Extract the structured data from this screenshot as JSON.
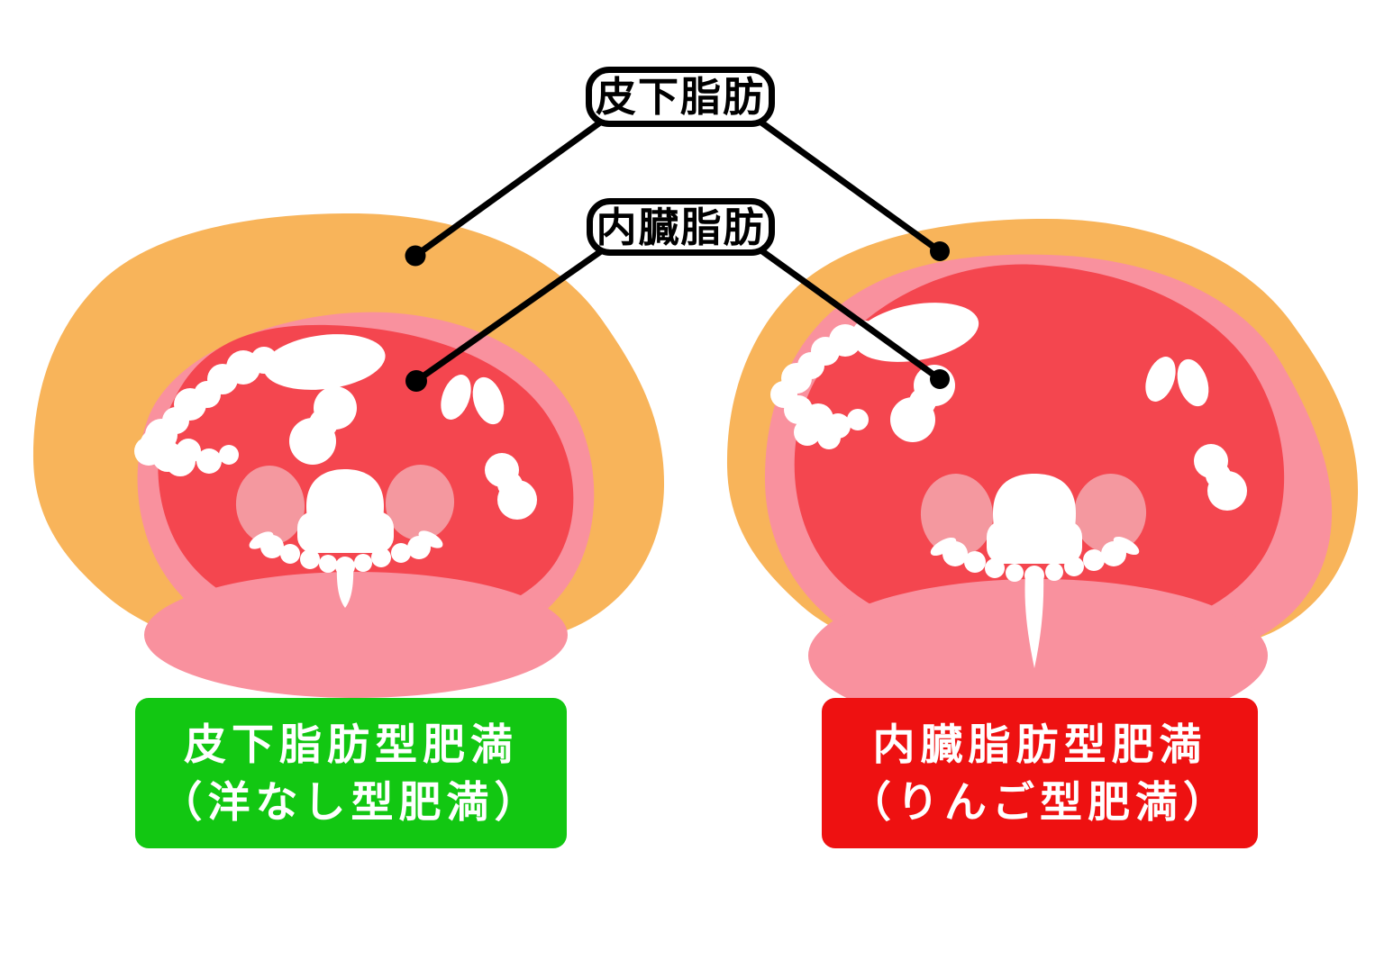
{
  "callouts": {
    "subcutaneous_label": "皮下脂肪",
    "visceral_label": "内臓脂肪"
  },
  "captions": {
    "left": {
      "title": "皮下脂肪型肥満",
      "subtitle": "（洋なし型肥満）"
    },
    "right": {
      "title": "内臓脂肪型肥満",
      "subtitle": "（りんご型肥満）"
    }
  },
  "colors": {
    "subcutaneous_fat_orange": "#F8B45A",
    "muscle_rim_pink": "#F9919E",
    "visceral_red": "#F4464F",
    "kidney_pink": "#F4989F",
    "organ_white": "#FFFFFF",
    "caption_left_bg": "#12C712",
    "caption_right_bg": "#EE1111",
    "caption_text": "#FFFFFF",
    "callout_line_black": "#000000"
  }
}
